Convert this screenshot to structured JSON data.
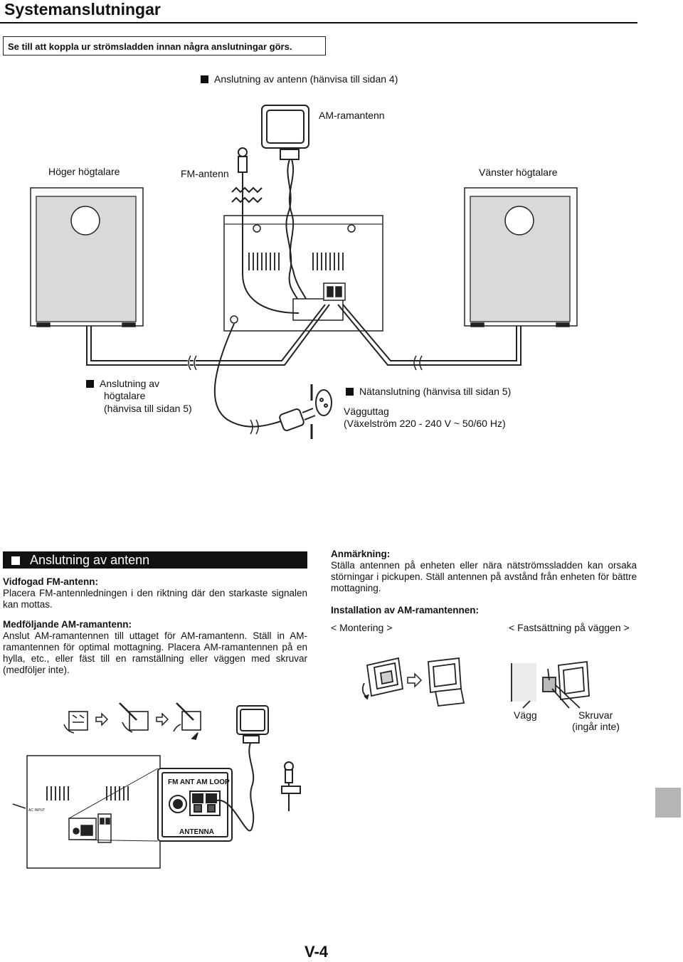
{
  "page": {
    "title": "Systemanslutningar",
    "warning": "Se till att koppla ur strömsladden innan några anslutningar görs.",
    "page_number": "V-4"
  },
  "diagram": {
    "antenna_heading": "Anslutning av antenn (hänvisa till sidan 4)",
    "am_loop_label": "AM-ramantenn",
    "right_speaker_label": "Höger högtalare",
    "fm_antenna_label": "FM-antenn",
    "left_speaker_label": "Vänster högtalare",
    "speaker_connection_line1": "Anslutning av",
    "speaker_connection_line2": "högtalare",
    "speaker_connection_line3": "(hänvisa till sidan 5)",
    "power_connection": "Nätanslutning (hänvisa till sidan 5)",
    "wall_socket": "Vägguttag",
    "wall_socket_spec": "(Växelström 220 - 240 V ~ 50/60 Hz)"
  },
  "antenna_section": {
    "header": "Anslutning av antenn",
    "fm_title": "Vidfogad FM-antenn:",
    "fm_text": "Placera FM-antennledningen i den riktning där den starkaste signalen kan mottas.",
    "am_title": "Medföljande AM-ramantenn:",
    "am_text": "Anslut AM-ramantennen till uttaget för AM-ramantenn. Ställ in AM-ramantennen för optimal mottagning. Placera AM-ramantennen på en hylla, etc., eller fäst till en ramställning eller väggen med skruvar (medföljer inte)."
  },
  "notes": {
    "title": "Anmärkning:",
    "text": "Ställa antennen på enheten eller nära nätströmssladden kan orsaka störningar i pickupen. Ställ antennen på avstånd från enheten för bättre mottagning.",
    "install_title": "Installation av AM-ramantennen:",
    "mounting": "< Montering >",
    "wall_mount": "< Fastsättning på väggen >",
    "wall": "Vägg",
    "screws_line1": "Skruvar",
    "screws_line2": "(ingår inte)"
  },
  "detail_panel": {
    "fm_ant": "FM ANT",
    "am_loop": "AM LOOP",
    "antenna": "ANTENNA",
    "ac_input": "AC INPUT"
  }
}
